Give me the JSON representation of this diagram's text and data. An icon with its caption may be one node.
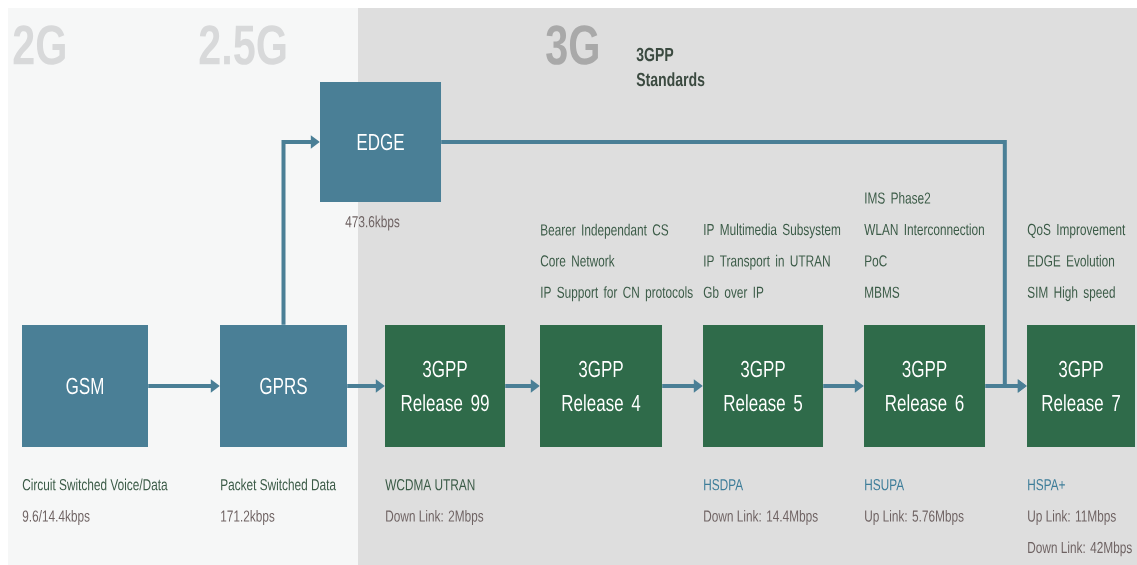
{
  "diagram": {
    "nodes": [
      {
        "text": [
          "GSM"
        ],
        "beside": [
          "Circuit Switched Voice/Data",
          "9.6/14.4kbps"
        ]
      },
      {
        "text": [
          "GPRS"
        ],
        "beside": [
          "Packet Switched Data",
          "171.2kbps"
        ]
      },
      {
        "text": [
          "EDGE"
        ],
        "beside": [
          "473.6kbps"
        ]
      },
      {
        "text": [
          "3GPP Release 99"
        ],
        "beside": [
          "WCDMA UTRAN",
          "Down Link: 2Mbps"
        ]
      },
      {
        "text": [
          "3GPP Release 4"
        ],
        "beside": [
          "Bearer Independant CS Core Network",
          "IP Support for CN protocols"
        ]
      },
      {
        "text": [
          "3GPP Release 5"
        ],
        "beside": [
          "IP Multimedia Subsystem",
          "IP Transport in UTRAN",
          "Gb over IP",
          "HSDPA",
          "Down Link: 14.4Mbps"
        ]
      },
      {
        "text": [
          "3GPP Release 6"
        ],
        "beside": [
          "IMS Phase2",
          "WLAN Interconnection",
          "PoC",
          "MBMS",
          "HSUPA",
          "Up Link: 5.76Mbps"
        ]
      },
      {
        "text": [
          "3GPP Release 7"
        ],
        "beside": [
          "QoS Improvement",
          "EDGE Evolution",
          "SIM High speed",
          "HSPA+",
          "Up Link: 11Mbps",
          "Down Link: 42Mbps"
        ]
      }
    ],
    "edges": [
      {
        "from": 0,
        "to": 1,
        "arrow": "to"
      },
      {
        "from": 1,
        "to": 2,
        "arrow": "to"
      },
      {
        "from": 1,
        "to": 3,
        "arrow": "to"
      },
      {
        "from": 3,
        "to": 4,
        "arrow": "to"
      },
      {
        "from": 4,
        "to": 5,
        "arrow": "to"
      },
      {
        "from": 5,
        "to": 6,
        "arrow": "to"
      },
      {
        "from": 6,
        "to": 7,
        "arrow": "to"
      },
      {
        "from": 2,
        "to": 7,
        "arrow": "to"
      }
    ],
    "labels": [
      "2G",
      "2.5G",
      "3G",
      "3GPP Standards"
    ]
  }
}
